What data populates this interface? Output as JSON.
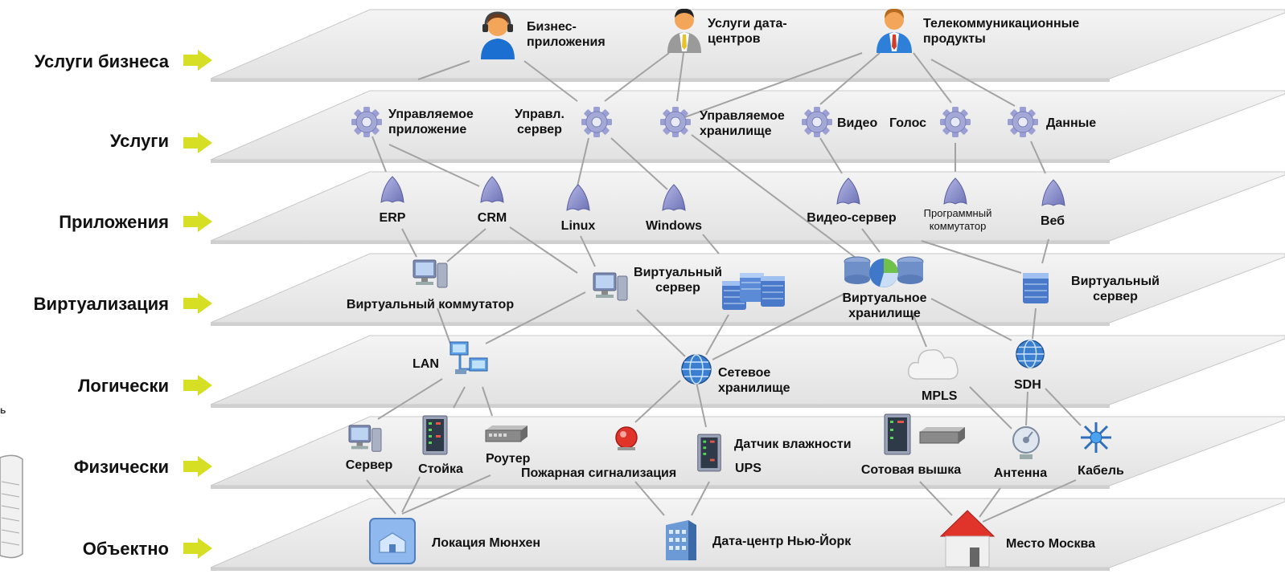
{
  "layers": [
    {
      "id": "business",
      "label": "Услуги бизнеса"
    },
    {
      "id": "services",
      "label": "Услуги"
    },
    {
      "id": "applications",
      "label": "Приложения"
    },
    {
      "id": "virtualization",
      "label": "Виртуализация"
    },
    {
      "id": "logical",
      "label": "Логически"
    },
    {
      "id": "physical",
      "label": "Физически"
    },
    {
      "id": "object",
      "label": "Объектно"
    }
  ],
  "nodes": {
    "business_apps": "Бизнес-\nприложения",
    "dc_services": "Услуги дата-\nцентров",
    "telecom": "Телекоммуникационные\nпродукты",
    "managed_app": "Управляемое\nприложение",
    "managed_server": "Управл.\nсервер",
    "managed_storage": "Управляемое\nхранилище",
    "video": "Видео",
    "voice": "Голос",
    "data": "Данные",
    "erp": "ERP",
    "crm": "CRM",
    "linux": "Linux",
    "windows": "Windows",
    "video_server": "Видео-сервер",
    "softswitch": "Программный\nкоммутатор",
    "web": "Веб",
    "virtual_switch": "Виртуальный коммутатор",
    "virtual_server_1": "Виртуальный\nсервер",
    "virtual_storage": "Виртуальное\nхранилище",
    "virtual_server_2": "Виртуальный\nсервер",
    "lan": "LAN",
    "network_storage": "Сетевое\nхранилище",
    "mpls": "MPLS",
    "sdh": "SDH",
    "server": "Сервер",
    "rack": "Стойка",
    "router": "Роутер",
    "fire_alarm": "Пожарная сигнализация",
    "humidity_sensor": "Датчик влажности",
    "ups": "UPS",
    "cell_tower": "Сотовая вышка",
    "antenna": "Антенна",
    "cable": "Кабель",
    "munich": "Локация Мюнхен",
    "ny_dc": "Дата-центр Нью-Йорк",
    "moscow": "Место Москва"
  },
  "edge_fragment": "ь",
  "colors": {
    "arrow": "#d6df23",
    "plane_top": "#efefef",
    "plane_edge": "#c8c8c8",
    "link": "#a0a0a0",
    "gear": "#a3a8d6",
    "app_shape": "#8b8fc7"
  },
  "icons": {
    "person": "person-icon",
    "gear": "gear-icon",
    "app": "app-shape-icon",
    "computer": "computer-icon",
    "server_stack": "server-stack-icon",
    "storage": "storage-icon",
    "globe": "globe-icon",
    "network": "network-icon",
    "cloud": "cloud-icon",
    "rack": "rack-icon",
    "router": "router-icon",
    "alarm": "alarm-icon",
    "antenna": "antenna-icon",
    "cable": "cable-icon",
    "location": "location-icon",
    "building": "building-icon",
    "house": "house-icon"
  }
}
